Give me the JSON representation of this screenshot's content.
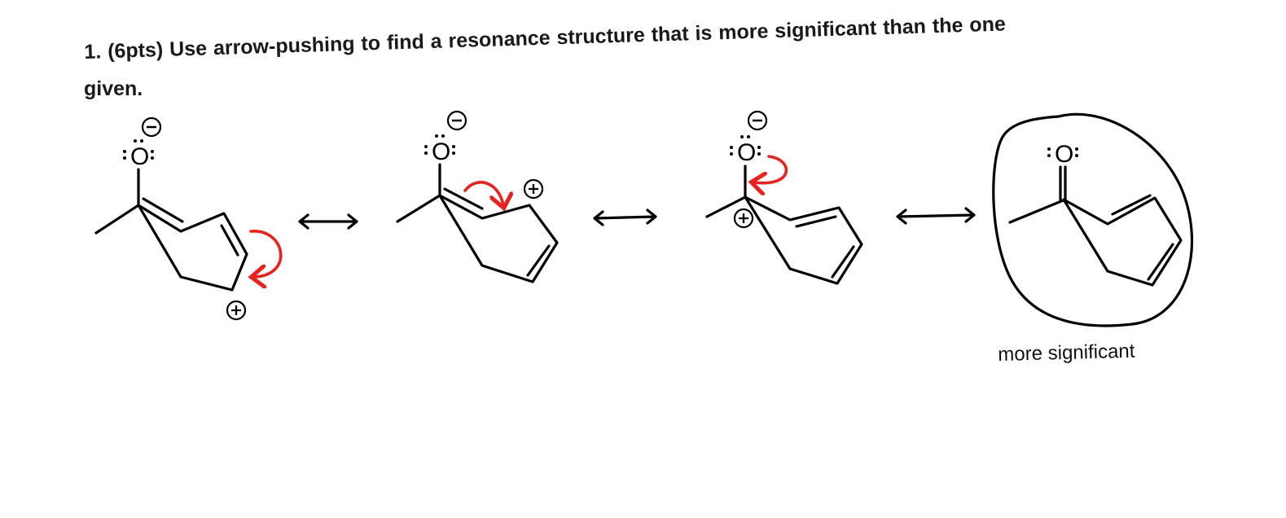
{
  "question": {
    "line1": "1. (6pts) Use arrow-pushing to find a resonance structure that is more significant than the one",
    "line2": "given."
  },
  "structures": [
    {
      "oxygen": "O",
      "charges": [
        "−",
        "+"
      ]
    },
    {
      "oxygen": "O",
      "charges": [
        "−",
        "+"
      ]
    },
    {
      "oxygen": "O",
      "charges": [
        "−",
        "+"
      ]
    },
    {
      "oxygen": "O",
      "charges": []
    }
  ],
  "answer_label": "more significant",
  "colors": {
    "arrow_red": "#e8231f",
    "ink": "#000000"
  }
}
